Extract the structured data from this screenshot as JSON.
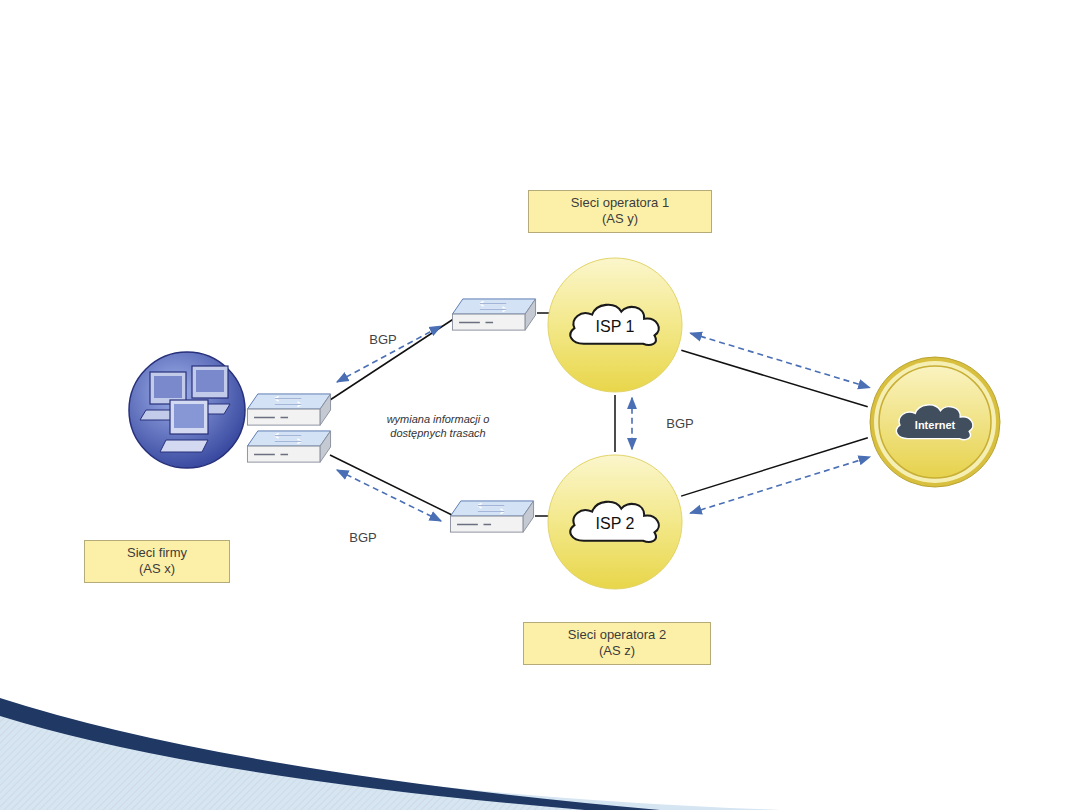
{
  "diagram": {
    "nodes": [
      {
        "text": [
          "Sieci operatora 1 (AS y)"
        ]
      },
      {
        "text": [
          "ISP 1"
        ]
      },
      {
        "text": [
          "Internet"
        ]
      },
      {
        "text": [
          "Sieci firmy (AS x)"
        ]
      },
      {
        "text": [
          "ISP 2"
        ]
      },
      {
        "text": [
          "Sieci operatora 2 (AS z)"
        ]
      }
    ],
    "edges": [
      {
        "from": 1,
        "to": 4,
        "arrow": "none"
      },
      {
        "from": 1,
        "to": 4,
        "arrow": "both",
        "label": "BGP"
      },
      {
        "from": 1,
        "to": 2,
        "arrow": "none"
      },
      {
        "from": 1,
        "to": 2,
        "arrow": "both"
      },
      {
        "from": 4,
        "to": 2,
        "arrow": "none"
      },
      {
        "from": 4,
        "to": 2,
        "arrow": "both"
      }
    ],
    "labels": [
      "BGP",
      "BGP",
      "wymiana informacji o dostępnych trasach"
    ]
  }
}
